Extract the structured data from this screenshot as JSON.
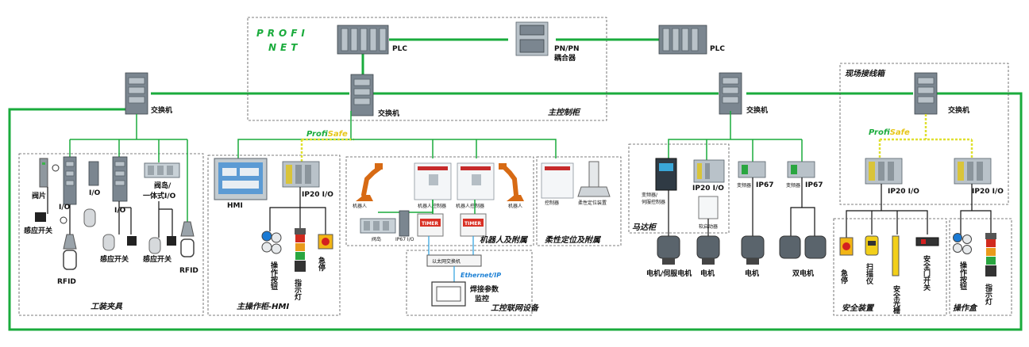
{
  "profinet_logo": {
    "line1": "PROFI",
    "line2": "NET"
  },
  "profisafe": {
    "profi": "Profi",
    "safe": "Safe"
  },
  "plc_labels": [
    "PLC",
    "PLC"
  ],
  "coupler": {
    "line1": "PN/PN",
    "line2": "耦合器"
  },
  "switch_label": "交换机",
  "cabinets": {
    "main_control": "主控制柜",
    "field_box": "现场接线箱",
    "fixture": "工装夹具",
    "hmi_cabinet": "主操作柜-HMI",
    "robot": "机器人及附属",
    "flex": "柔性定位及附属",
    "motor": "马达柜",
    "network": "工控联网设备",
    "safety": "安全装置",
    "operator_box": "操作盒"
  },
  "fixture_labels": {
    "valve": "阀片",
    "io": "I/O",
    "io_big": "I/O",
    "valve_island_1": "阀岛/",
    "valve_island_2": "一体式I/O",
    "sensor_left": "感应开关",
    "sensor_mid": "感应开关",
    "sensor_right": "感应开关",
    "rfid_left": "RFID",
    "rfid_right": "RFID"
  },
  "hmi_labels": {
    "hmi": "HMI",
    "ip20io": "IP20 I/O",
    "op_button": "操作按钮",
    "indicator": "指示灯",
    "estop": "急停"
  },
  "robot_labels": {
    "robot_left": "机器人",
    "robot_right": "机器人",
    "controller_left": "机器人控制器",
    "controller_right": "机器人控制器",
    "valve": "阀岛",
    "ip67io": "IP67 I/O",
    "timer": "TIMER",
    "controller_flex": "控制器",
    "flex_device": "柔性定位装置"
  },
  "network_labels": {
    "eth_switch": "以太网交换机",
    "ethernet_ip": "Ethernet/IP",
    "weld_1": "焊接参数",
    "weld_2": "监控"
  },
  "motor_labels": {
    "vfd_1": "变频器/",
    "vfd_2": "伺服控制器",
    "ip20io": "IP20 I/O",
    "softstarter": "软启动器",
    "vfd_ip67_a": "变频器",
    "ip67_a": "IP67",
    "vfd_ip67_b": "变频器",
    "ip67_b": "IP67",
    "servo_motor": "电机/伺服电机",
    "motor_a": "电机",
    "motor_b": "电机",
    "dual_motor": "双电机"
  },
  "field_labels": {
    "ip20io_a": "IP20 I/O",
    "ip20io_b": "IP20 I/O",
    "estop": "急停",
    "scanner": "扫描仪",
    "light_curtain": "安全光栅",
    "door_switch": "安全门开关",
    "op_button": "操作按钮",
    "indicator": "指示灯"
  }
}
